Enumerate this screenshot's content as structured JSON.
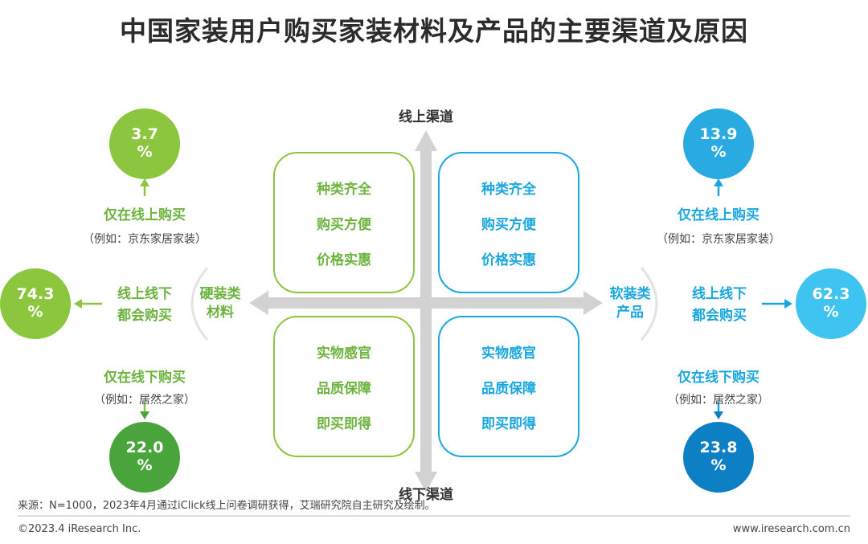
{
  "title": "中国家装用户购买家装材料及产品的主要渠道及原因",
  "axis": {
    "top": "线上渠道",
    "bottom": "线下渠道"
  },
  "categories": {
    "left": [
      "硬装类",
      "材料"
    ],
    "right": [
      "软装类",
      "产品"
    ]
  },
  "quadrants": {
    "top_left": [
      "种类齐全",
      "购买方便",
      "价格实惠"
    ],
    "top_right": [
      "种类齐全",
      "购买方便",
      "价格实惠"
    ],
    "bottom_left": [
      "实物感官",
      "品质保障",
      "即买即得"
    ],
    "bottom_right": [
      "实物感官",
      "品质保障",
      "即买即得"
    ]
  },
  "hard": {
    "online_only": {
      "value": "3.7",
      "unit": "%",
      "label": "仅在线上购买",
      "example": "（例如：京东家居家装）"
    },
    "both": {
      "value": "74.3",
      "unit": "%",
      "label": [
        "线上线下",
        "都会购买"
      ]
    },
    "offline_only": {
      "value": "22.0",
      "unit": "%",
      "label": "仅在线下购买",
      "example": "（例如：居然之家）"
    }
  },
  "soft": {
    "online_only": {
      "value": "13.9",
      "unit": "%",
      "label": "仅在线上购买",
      "example": "（例如：京东家居家装）"
    },
    "both": {
      "value": "62.3",
      "unit": "%",
      "label": [
        "线上线下",
        "都会购买"
      ]
    },
    "offline_only": {
      "value": "23.8",
      "unit": "%",
      "label": "仅在线下购买",
      "example": "（例如：居然之家）"
    }
  },
  "colors": {
    "green_light": "#8cc63f",
    "green_dark": "#4aa43c",
    "blue_light": "#29abe2",
    "blue_sky": "#3fc3f0",
    "blue_dark": "#0d7fc4",
    "arrow_gray": "#d2d2d2"
  },
  "footer": {
    "source": "来源：N=1000，2023年4月通过iClick线上问卷调研获得，艾瑞研究院自主研究及绘制。",
    "copyright": "©2023.4 iResearch Inc.",
    "website": "www.iresearch.com.cn"
  }
}
